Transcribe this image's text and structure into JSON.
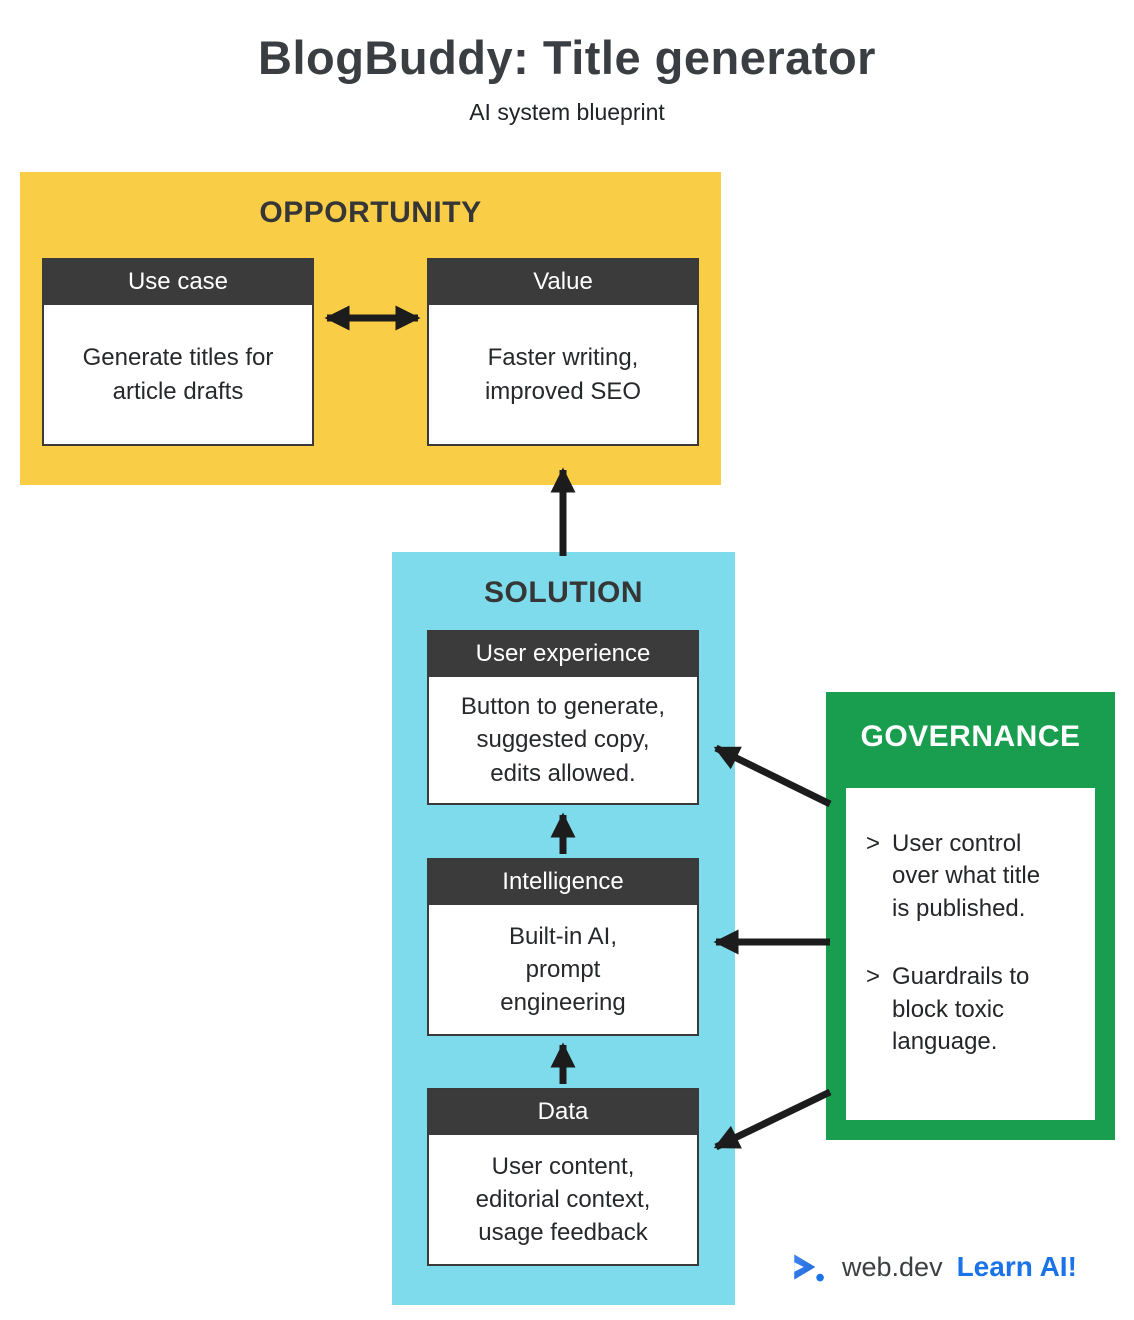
{
  "page": {
    "title": "BlogBuddy: Title generator",
    "subtitle": "AI system blueprint"
  },
  "opportunity": {
    "label": "OPPORTUNITY",
    "cards": [
      {
        "header": "Use case",
        "body": "Generate titles for\narticle drafts"
      },
      {
        "header": "Value",
        "body": "Faster writing,\nimproved SEO"
      }
    ]
  },
  "solution": {
    "label": "SOLUTION",
    "cards": [
      {
        "header": "User experience",
        "body": "Button to generate,\nsuggested copy,\nedits allowed."
      },
      {
        "header": "Intelligence",
        "body": "Built-in AI,\nprompt\nengineering"
      },
      {
        "header": "Data",
        "body": "User content,\neditorial context,\nusage feedback"
      }
    ]
  },
  "governance": {
    "label": "GOVERNANCE",
    "bullet": ">",
    "items": [
      "User control\nover what title\nis published.",
      "Guardrails to\nblock toxic\nlanguage."
    ]
  },
  "footer": {
    "brand": "web.dev",
    "cta": "Learn AI!"
  },
  "colors": {
    "opportunity_yellow": "#F9CD45",
    "solution_blue": "#7EDBEB",
    "governance_green": "#189E4E",
    "card_header_dark": "#3B3B3B",
    "arrow_black": "#1C1C1C",
    "cta_blue": "#1A73E8"
  }
}
